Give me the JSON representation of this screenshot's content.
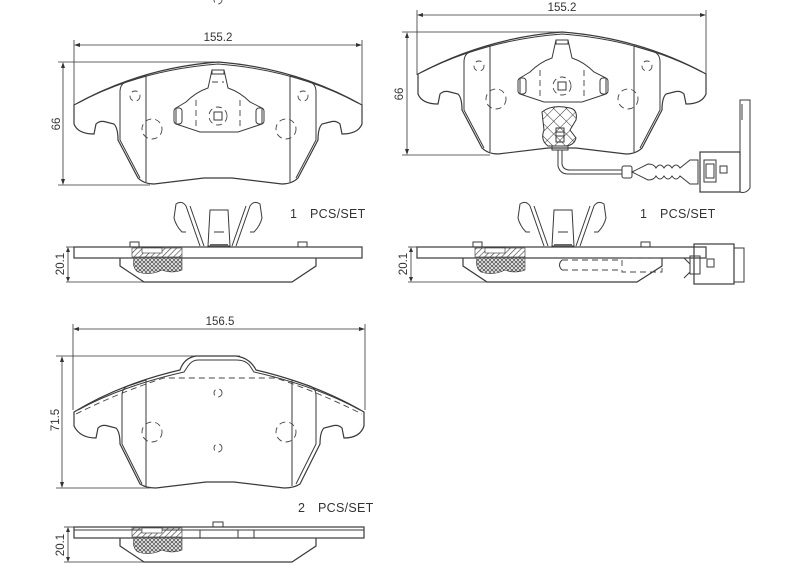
{
  "drawing": {
    "colors": {
      "line": "#3a3a3a",
      "background": "#ffffff",
      "hatch": "#555555"
    },
    "pads": [
      {
        "id": "pad-1",
        "description": "front pad with center clip, no wear sensor",
        "width_label": "155.2",
        "height_label": "66",
        "thickness_label": "20.1",
        "quantity_number": "1",
        "quantity_unit": "PCS/SET"
      },
      {
        "id": "pad-2",
        "description": "front pad with center clip and wear sensor",
        "width_label": "155.2",
        "height_label": "66",
        "thickness_label": "20.1",
        "quantity_number": "1",
        "quantity_unit": "PCS/SET"
      },
      {
        "id": "pad-3",
        "description": "pad without clip",
        "width_label": "156.5",
        "height_label": "71.5",
        "thickness_label": "20.1",
        "quantity_number": "2",
        "quantity_unit": "PCS/SET"
      }
    ]
  }
}
